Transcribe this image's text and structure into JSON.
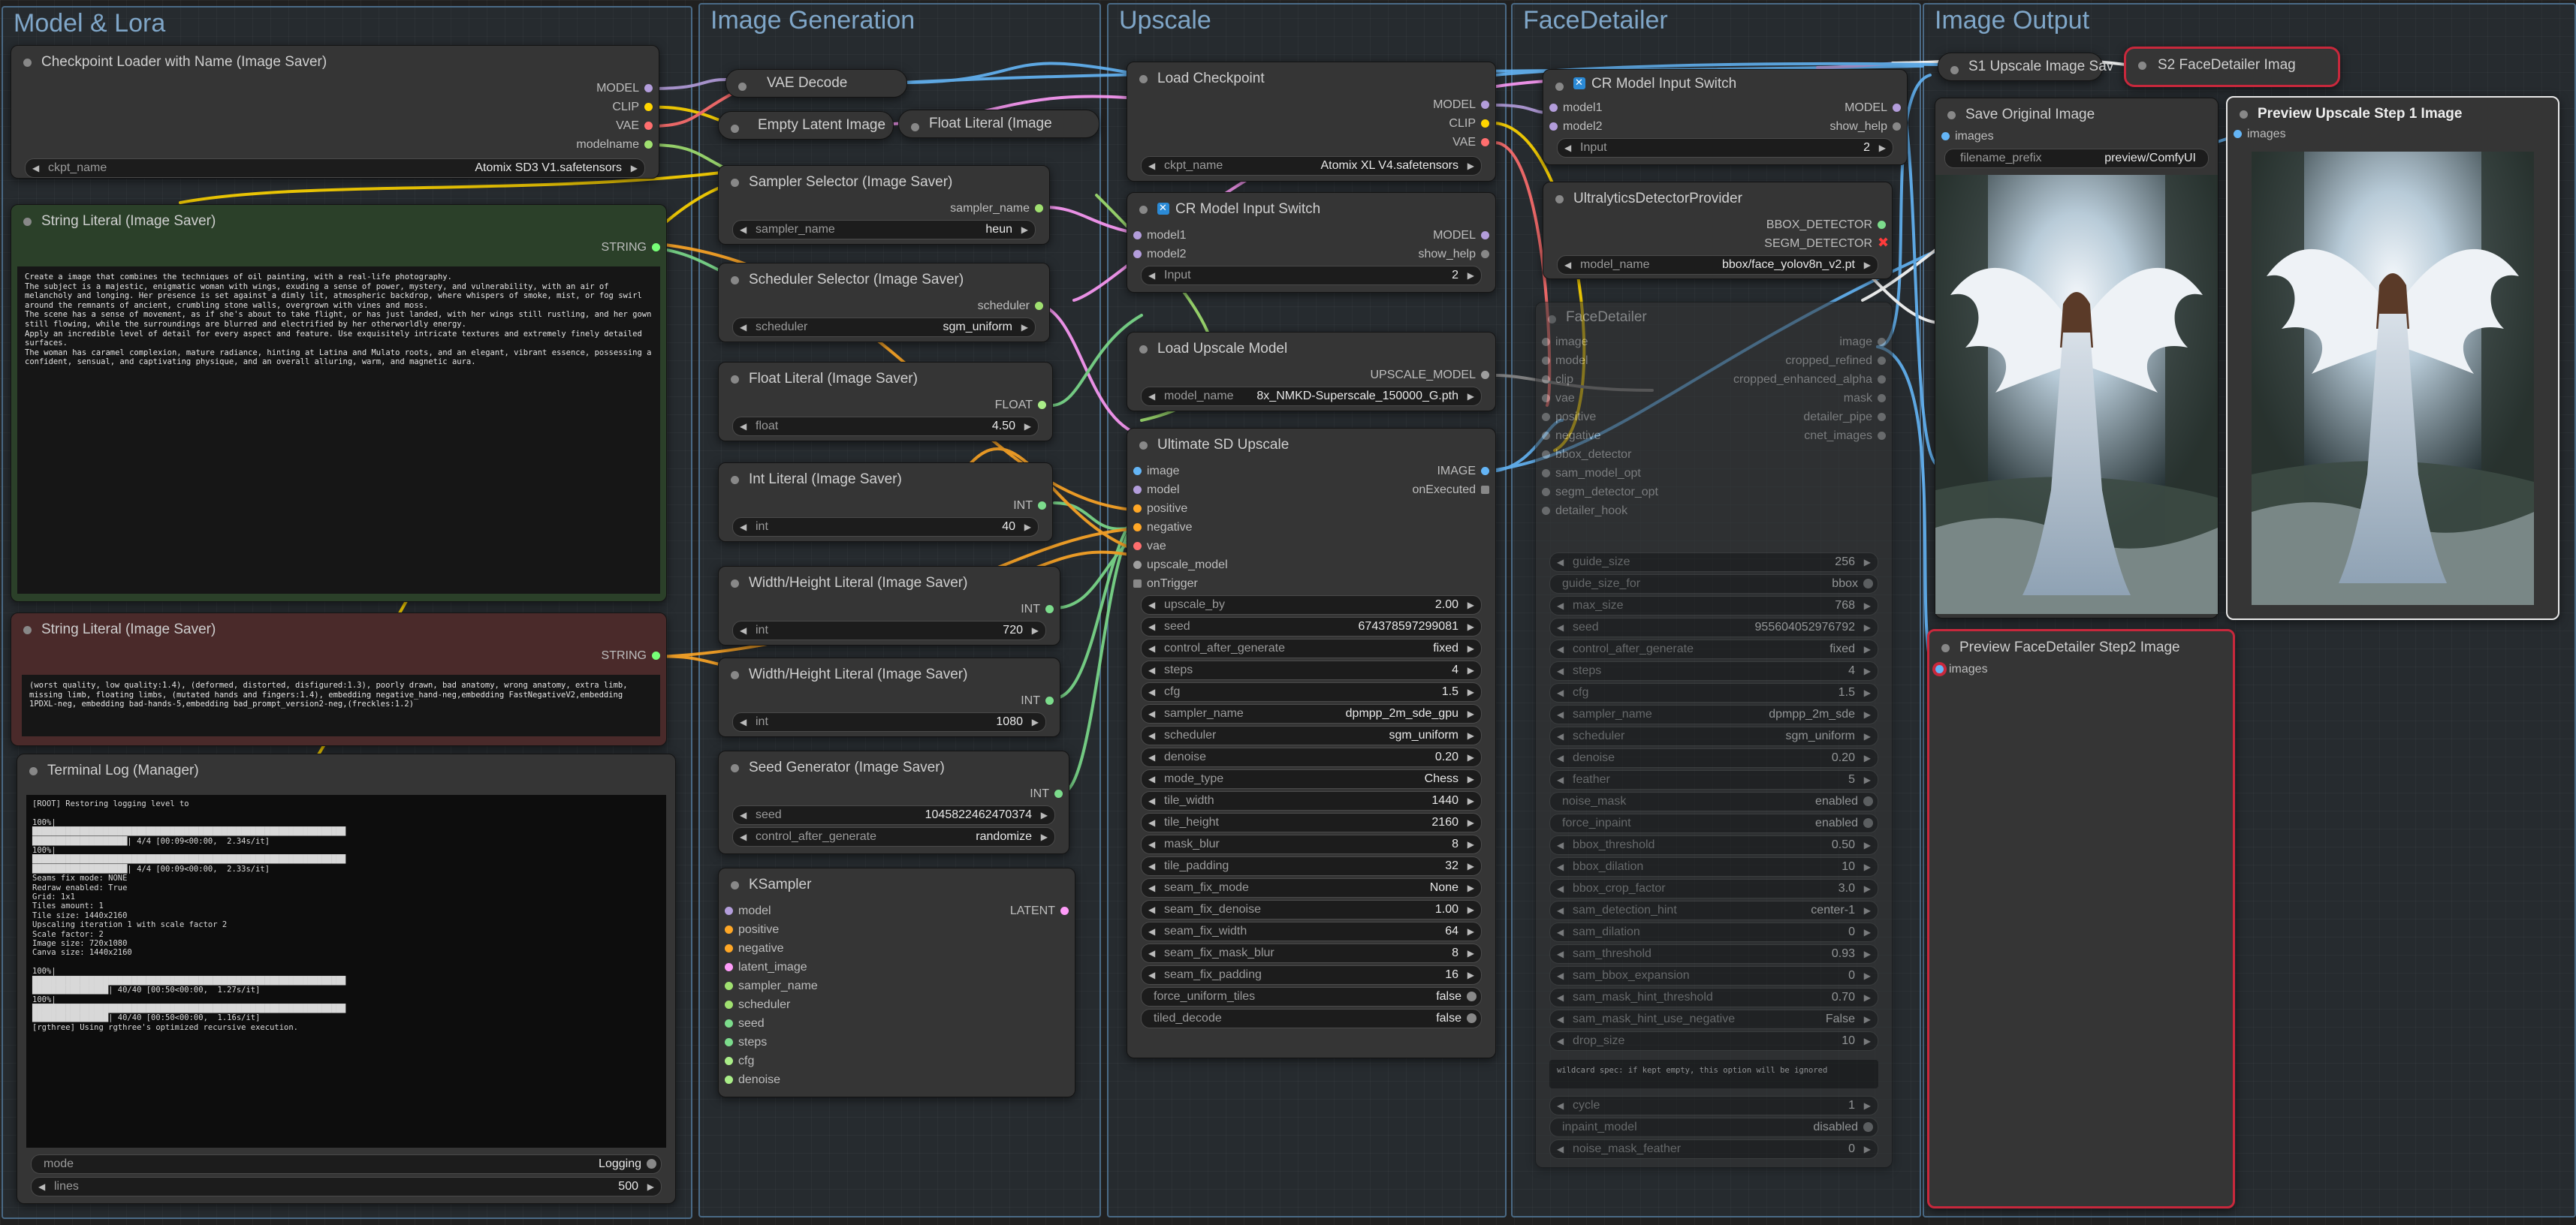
{
  "colors": {
    "model": "#b39ddb",
    "clip": "#ffd500",
    "vae": "#ff6e6e",
    "latent": "#ff9cf9",
    "image": "#64b5f6",
    "int": "#7cdc8c",
    "float": "#aaee88",
    "string": "#77ff77",
    "selection": "#c8283c"
  },
  "groups": [
    {
      "title": "Model & Lora"
    },
    {
      "title": "Image Generation"
    },
    {
      "title": "Upscale"
    },
    {
      "title": "FaceDetailer"
    },
    {
      "title": "Image Output"
    }
  ],
  "checkpoint_loader": {
    "title": "Checkpoint Loader with Name (Image Saver)",
    "outputs": [
      "MODEL",
      "CLIP",
      "VAE",
      "modelname"
    ],
    "ckpt_label": "ckpt_name",
    "ckpt_value": "Atomix SD3 V1.safetensors"
  },
  "string_literal_pos": {
    "title": "String Literal (Image Saver)",
    "output": "STRING",
    "text": "Create a image that combines the techniques of oil painting, with a real-life photography.\nThe subject is a majestic, enigmatic woman with wings, exuding a sense of power, mystery, and vulnerability, with an air of melancholy and longing. Her presence is set against a dimly lit, atmospheric backdrop, where whispers of smoke, mist, or fog swirl around the remnants of ancient, crumbling stone walls, overgrown with vines and moss.\nThe scene has a sense of movement, as if she's about to take flight, or has just landed, with her wings still rustling, and her gown still flowing, while the surroundings are blurred and electrified by her otherworldly energy.\nApply an incredible level of detail for every aspect and feature. Use exquisitely intricate textures and extremely finely detailed surfaces.\nThe woman has caramel complexion, mature radiance, hinting at Latina and Mulato roots, and an elegant, vibrant essence, possessing a confident, sensual, and captivating physique, and an overall alluring, warm, and magnetic aura."
  },
  "string_literal_neg": {
    "title": "String Literal (Image Saver)",
    "output": "STRING",
    "text": "(worst quality, low quality:1.4), (deformed, distorted, disfigured:1.3), poorly drawn, bad anatomy, wrong anatomy, extra limb, missing limb, floating limbs, (mutated hands and fingers:1.4), embedding negative_hand-neg,embedding FastNegativeV2,embedding 1PDXL-neg, embedding bad-hands-5,embedding bad_prompt_version2-neg,(freckles:1.2)"
  },
  "terminal": {
    "title": "Terminal Log (Manager)",
    "lines": [
      "[ROOT] Restoring logging level to",
      "",
      "100%|",
      "██████████████████████████████████████████████████████████████████",
      "████████████████████| 4/4 [00:09<00:00,  2.34s/it]",
      "100%|",
      "██████████████████████████████████████████████████████████████████",
      "████████████████████| 4/4 [00:09<00:00,  2.33s/it]",
      "Seams fix mode: NONE",
      "Redraw enabled: True",
      "Grid: 1x1",
      "Tiles amount: 1",
      "Tile size: 1440x2160",
      "Upscaling iteration 1 with scale factor 2",
      "Scale factor: 2",
      "Image size: 720x1080",
      "Canva size: 1440x2160",
      "",
      "100%|",
      "██████████████████████████████████████████████████████████████████",
      "████████████████| 40/40 [00:50<00:00,  1.27s/it]",
      "100%|",
      "██████████████████████████████████████████████████████████████████",
      "████████████████| 40/40 [00:50<00:00,  1.16s/it]",
      "[rgthree] Using rgthree's optimized recursive execution."
    ],
    "mode_label": "mode",
    "mode_value": "Logging",
    "lines_label": "lines",
    "lines_value": "500"
  },
  "vae_decode": {
    "title": "VAE Decode"
  },
  "empty_latent": {
    "title": "Empty Latent Image"
  },
  "float_literal_top": {
    "title": "Float Literal (Image"
  },
  "sampler_selector": {
    "title": "Sampler Selector (Image Saver)",
    "output": "sampler_name",
    "label": "sampler_name",
    "value": "heun"
  },
  "scheduler_selector": {
    "title": "Scheduler Selector (Image Saver)",
    "output": "scheduler",
    "label": "scheduler",
    "value": "sgm_uniform"
  },
  "float_literal": {
    "title": "Float Literal (Image Saver)",
    "output": "FLOAT",
    "label": "float",
    "value": "4.50"
  },
  "int_literal": {
    "title": "Int Literal (Image Saver)",
    "output": "INT",
    "label": "int",
    "value": "40"
  },
  "wh_literal_1": {
    "title": "Width/Height Literal (Image Saver)",
    "output": "INT",
    "label": "int",
    "value": "720"
  },
  "wh_literal_2": {
    "title": "Width/Height Literal (Image Saver)",
    "output": "INT",
    "label": "int",
    "value": "1080"
  },
  "seed_generator": {
    "title": "Seed Generator (Image Saver)",
    "output": "INT",
    "seed_label": "seed",
    "seed_value": "1045822462470374",
    "cag_label": "control_after_generate",
    "cag_value": "randomize"
  },
  "ksampler": {
    "title": "KSampler",
    "output": "LATENT",
    "inputs": [
      "model",
      "positive",
      "negative",
      "latent_image",
      "sampler_name",
      "scheduler",
      "seed",
      "steps",
      "cfg",
      "denoise"
    ]
  },
  "load_checkpoint": {
    "title": "Load Checkpoint",
    "outputs": [
      "MODEL",
      "CLIP",
      "VAE"
    ],
    "ckpt_label": "ckpt_name",
    "ckpt_value": "Atomix XL V4.safetensors"
  },
  "cr_switch_mid": {
    "title": "CR Model Input Switch",
    "inputs": [
      "model1",
      "model2"
    ],
    "outputs": [
      "MODEL",
      "show_help"
    ],
    "input_label": "Input",
    "input_value": "2"
  },
  "load_upscale": {
    "title": "Load Upscale Model",
    "output": "UPSCALE_MODEL",
    "label": "model_name",
    "value": "8x_NMKD-Superscale_150000_G.pth"
  },
  "ultimate_sd": {
    "title": "Ultimate SD Upscale",
    "inputs": [
      "image",
      "model",
      "positive",
      "negative",
      "vae",
      "upscale_model"
    ],
    "outputs": [
      "IMAGE",
      "onExecuted"
    ],
    "trigger": "onTrigger",
    "widgets": [
      {
        "label": "upscale_by",
        "value": "2.00"
      },
      {
        "label": "seed",
        "value": "674378597299081"
      },
      {
        "label": "control_after_generate",
        "value": "fixed"
      },
      {
        "label": "steps",
        "value": "4"
      },
      {
        "label": "cfg",
        "value": "1.5"
      },
      {
        "label": "sampler_name",
        "value": "dpmpp_2m_sde_gpu"
      },
      {
        "label": "scheduler",
        "value": "sgm_uniform"
      },
      {
        "label": "denoise",
        "value": "0.20"
      },
      {
        "label": "mode_type",
        "value": "Chess"
      },
      {
        "label": "tile_width",
        "value": "1440"
      },
      {
        "label": "tile_height",
        "value": "2160"
      },
      {
        "label": "mask_blur",
        "value": "8"
      },
      {
        "label": "tile_padding",
        "value": "32"
      },
      {
        "label": "seam_fix_mode",
        "value": "None"
      },
      {
        "label": "seam_fix_denoise",
        "value": "1.00"
      },
      {
        "label": "seam_fix_width",
        "value": "64"
      },
      {
        "label": "seam_fix_mask_blur",
        "value": "8"
      },
      {
        "label": "seam_fix_padding",
        "value": "16"
      }
    ],
    "toggles": [
      {
        "label": "force_uniform_tiles",
        "value": "false"
      },
      {
        "label": "tiled_decode",
        "value": "false"
      }
    ]
  },
  "cr_switch_top": {
    "title": "CR Model Input Switch",
    "inputs": [
      "model1",
      "model2"
    ],
    "outputs": [
      "MODEL",
      "show_help"
    ],
    "input_label": "Input",
    "input_value": "2"
  },
  "ultralytics": {
    "title": "UltralyticsDetectorProvider",
    "outputs": [
      "BBOX_DETECTOR",
      "SEGM_DETECTOR"
    ],
    "label": "model_name",
    "value": "bbox/face_yolov8n_v2.pt"
  },
  "facedetailer": {
    "title": "FaceDetailer",
    "inputs": [
      "image",
      "model",
      "clip",
      "vae",
      "positive",
      "negative",
      "bbox_detector",
      "sam_model_opt",
      "segm_detector_opt",
      "detailer_hook"
    ],
    "outputs": [
      "image",
      "cropped_refined",
      "cropped_enhanced_alpha",
      "mask",
      "detailer_pipe",
      "cnet_images"
    ],
    "widgets": [
      {
        "label": "guide_size",
        "value": "256"
      },
      {
        "label": "guide_size_for",
        "value": "bbox",
        "toggle": true
      },
      {
        "label": "max_size",
        "value": "768"
      },
      {
        "label": "seed",
        "value": "955604052976792"
      },
      {
        "label": "control_after_generate",
        "value": "fixed"
      },
      {
        "label": "steps",
        "value": "4"
      },
      {
        "label": "cfg",
        "value": "1.5"
      },
      {
        "label": "sampler_name",
        "value": "dpmpp_2m_sde"
      },
      {
        "label": "scheduler",
        "value": "sgm_uniform"
      },
      {
        "label": "denoise",
        "value": "0.20"
      },
      {
        "label": "feather",
        "value": "5"
      },
      {
        "label": "noise_mask",
        "value": "enabled",
        "toggle": true
      },
      {
        "label": "force_inpaint",
        "value": "enabled",
        "toggle": true
      },
      {
        "label": "bbox_threshold",
        "value": "0.50"
      },
      {
        "label": "bbox_dilation",
        "value": "10"
      },
      {
        "label": "bbox_crop_factor",
        "value": "3.0"
      },
      {
        "label": "sam_detection_hint",
        "value": "center-1"
      },
      {
        "label": "sam_dilation",
        "value": "0"
      },
      {
        "label": "sam_threshold",
        "value": "0.93"
      },
      {
        "label": "sam_bbox_expansion",
        "value": "0"
      },
      {
        "label": "sam_mask_hint_threshold",
        "value": "0.70"
      },
      {
        "label": "sam_mask_hint_use_negative",
        "value": "False"
      },
      {
        "label": "drop_size",
        "value": "10"
      }
    ],
    "wildcard_text": "wildcard spec: if kept empty, this option will be ignored",
    "widgets2": [
      {
        "label": "cycle",
        "value": "1"
      },
      {
        "label": "inpaint_model",
        "value": "disabled",
        "toggle": true
      },
      {
        "label": "noise_mask_feather",
        "value": "0"
      }
    ]
  },
  "s1_upscale": {
    "title": "S1 Upscale Image Sav"
  },
  "s2_facedetailer": {
    "title": "S2 FaceDetailer Imag"
  },
  "save_original": {
    "title": "Save Original Image",
    "input": "images",
    "label": "filename_prefix",
    "value": "preview/ComfyUI"
  },
  "preview_step1": {
    "title": "Preview Upscale Step 1 Image",
    "input": "images"
  },
  "preview_step2": {
    "title": "Preview FaceDetailer Step2 Image",
    "input": "images"
  }
}
